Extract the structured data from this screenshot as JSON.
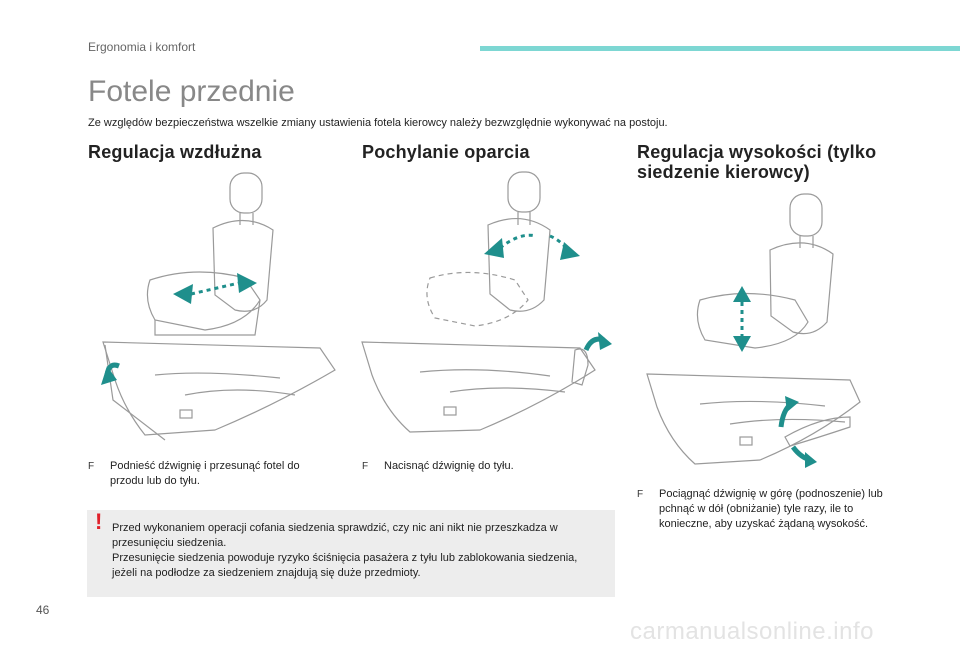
{
  "header": {
    "section_label": "Ergonomia i komfort",
    "title": "Fotele przednie",
    "intro": "Ze względów bezpieczeństwa wszelkie zmiany ustawienia fotela kierowcy należy bezwzględnie wykonywać na postoju."
  },
  "columns": [
    {
      "heading": "Regulacja wzdłużna",
      "bullet": "Podnieść dźwignię i przesunąć fotel do przodu lub do tyłu."
    },
    {
      "heading": "Pochylanie oparcia",
      "bullet": "Nacisnąć dźwignię do tyłu."
    },
    {
      "heading_line1": "Regulacja wysokości (tylko",
      "heading_line2": "siedzenie kierowcy)",
      "bullet": "Pociągnąć dźwignię w górę (podnoszenie) lub pchnąć w dół (obniżanie) tyle razy, ile to konieczne, aby uzyskać żądaną wysokość."
    }
  ],
  "bullet_marker": "F",
  "warning": {
    "mark": "!",
    "line1": "Przed wykonaniem operacji cofania siedzenia sprawdzić, czy nic ani nikt nie przeszkadza w przesunięciu siedzenia.",
    "line2": "Przesunięcie siedzenia powoduje ryzyko ściśnięcia pasażera z tyłu lub zablokowania siedzenia, jeżeli na podłodze za siedzeniem znajdują się duże przedmioty."
  },
  "footer": {
    "page_number": "46",
    "watermark": "carmanualsonline.info"
  },
  "colors": {
    "accent": "#7dd7d3",
    "arrow": "#1f8f8c",
    "warning": "#e0202a",
    "line_art": "#9a9a9a"
  }
}
